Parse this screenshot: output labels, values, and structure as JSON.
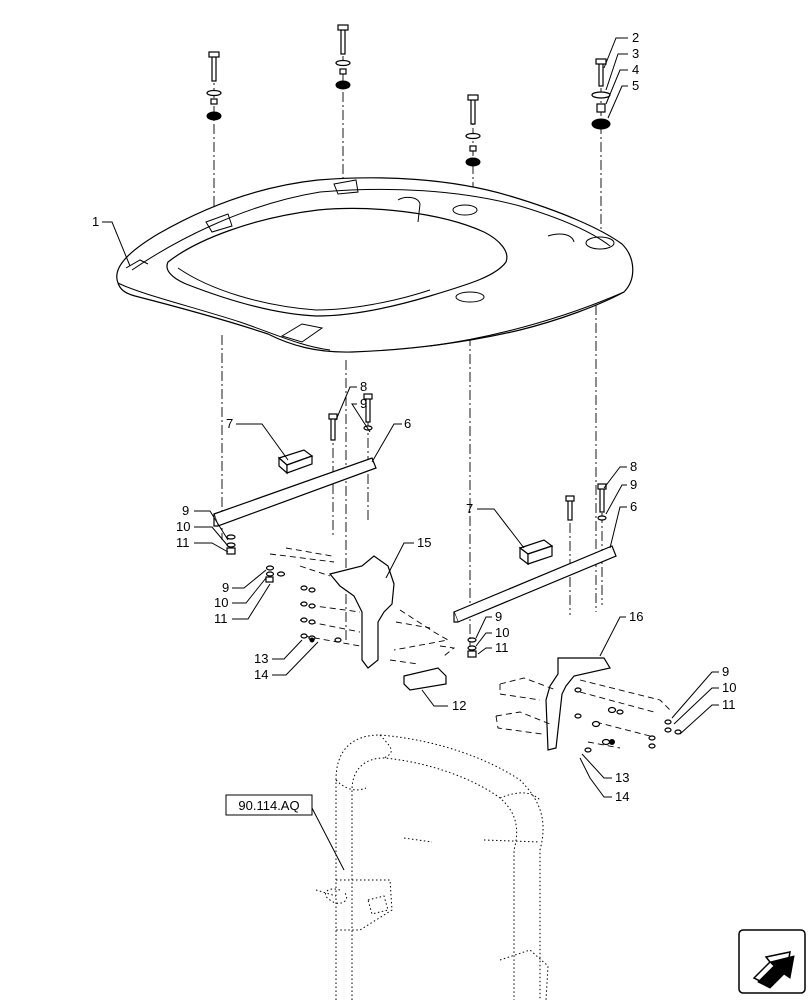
{
  "callouts": {
    "c1": "1",
    "c2": "2",
    "c3": "3",
    "c4": "4",
    "c5": "5",
    "c6a": "6",
    "c6b": "6",
    "c7a": "7",
    "c7b": "7",
    "c8a": "8",
    "c8b": "8",
    "c9a": "9",
    "c9b": "9",
    "c9c": "9",
    "c9d": "9",
    "c9e": "9",
    "c9f": "9",
    "c10a": "10",
    "c10b": "10",
    "c10c": "10",
    "c10d": "10",
    "c11a": "11",
    "c11b": "11",
    "c11c": "11",
    "c11d": "11",
    "c12": "12",
    "c13a": "13",
    "c13b": "13",
    "c14a": "14",
    "c14b": "14",
    "c15": "15",
    "c16": "16"
  },
  "reference": {
    "label": "90.114.AQ"
  },
  "navigation": {
    "icon": "next-page-arrow-icon"
  }
}
